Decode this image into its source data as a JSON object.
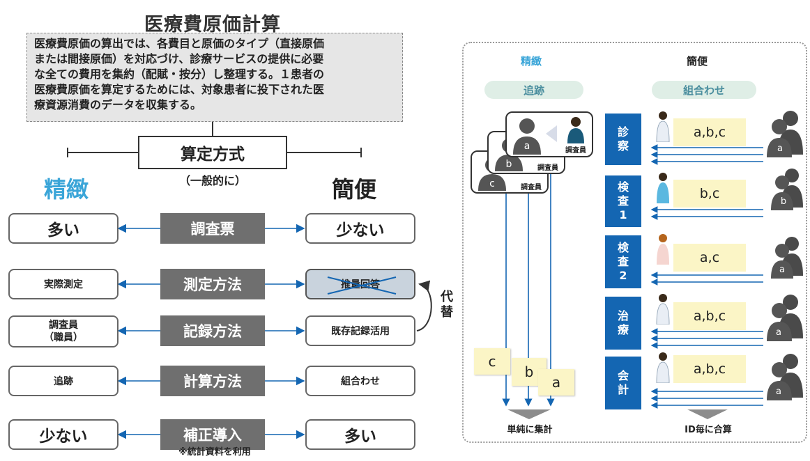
{
  "title": "医療費原価計算",
  "intro_lines": [
    "医療費原価の算出では、各費目と原価のタイプ（直接原価",
    "または間接原価）を対応づけ、診療サービスの提供に必要",
    "な全ての費用を集約（配賦・按分）し整理する。１患者の",
    "医療費原価を算定するためには、対象患者に投下された医",
    "療資源消費のデータを収集する。"
  ],
  "method": {
    "label": "算定方式",
    "sub": "（一般的に）"
  },
  "fine_header": "精緻",
  "simple_header": "簡便",
  "rows": [
    {
      "left": "多い",
      "center": "調査票",
      "right": "少ない"
    },
    {
      "left": "実際測定",
      "center": "測定方法",
      "right": "推量回答"
    },
    {
      "left_l1": "調査員",
      "left_l2": "（職員）",
      "center": "記録方法",
      "right": "既存記録活用"
    },
    {
      "left": "追跡",
      "center": "計算方法",
      "right": "組合わせ"
    },
    {
      "left": "少ない",
      "center": "補正導入",
      "right": "多い"
    }
  ],
  "alt_label": [
    "代",
    "替"
  ],
  "note": "※統計資料を利用",
  "panel": {
    "fine": "精緻",
    "simple": "簡便",
    "trace": "追跡",
    "combine": "組合わせ",
    "investigator": "調査員",
    "patients": [
      "a",
      "b",
      "c"
    ],
    "notes": [
      "c",
      "b",
      "a"
    ],
    "depts": [
      {
        "lines": [
          "診",
          "察"
        ],
        "codes": "a,b,c"
      },
      {
        "lines": [
          "検",
          "査",
          "1"
        ],
        "codes": "b,c"
      },
      {
        "lines": [
          "検",
          "査",
          "2"
        ],
        "codes": "a,c"
      },
      {
        "lines": [
          "治",
          "療"
        ],
        "codes": "a,b,c"
      },
      {
        "lines": [
          "会",
          "計"
        ],
        "codes": "a,b,c"
      }
    ],
    "crowd_labels": [
      "a",
      "b",
      "a",
      "a",
      "a"
    ],
    "sum_simple": "単純に集計",
    "sum_id": "ID毎に合算"
  }
}
